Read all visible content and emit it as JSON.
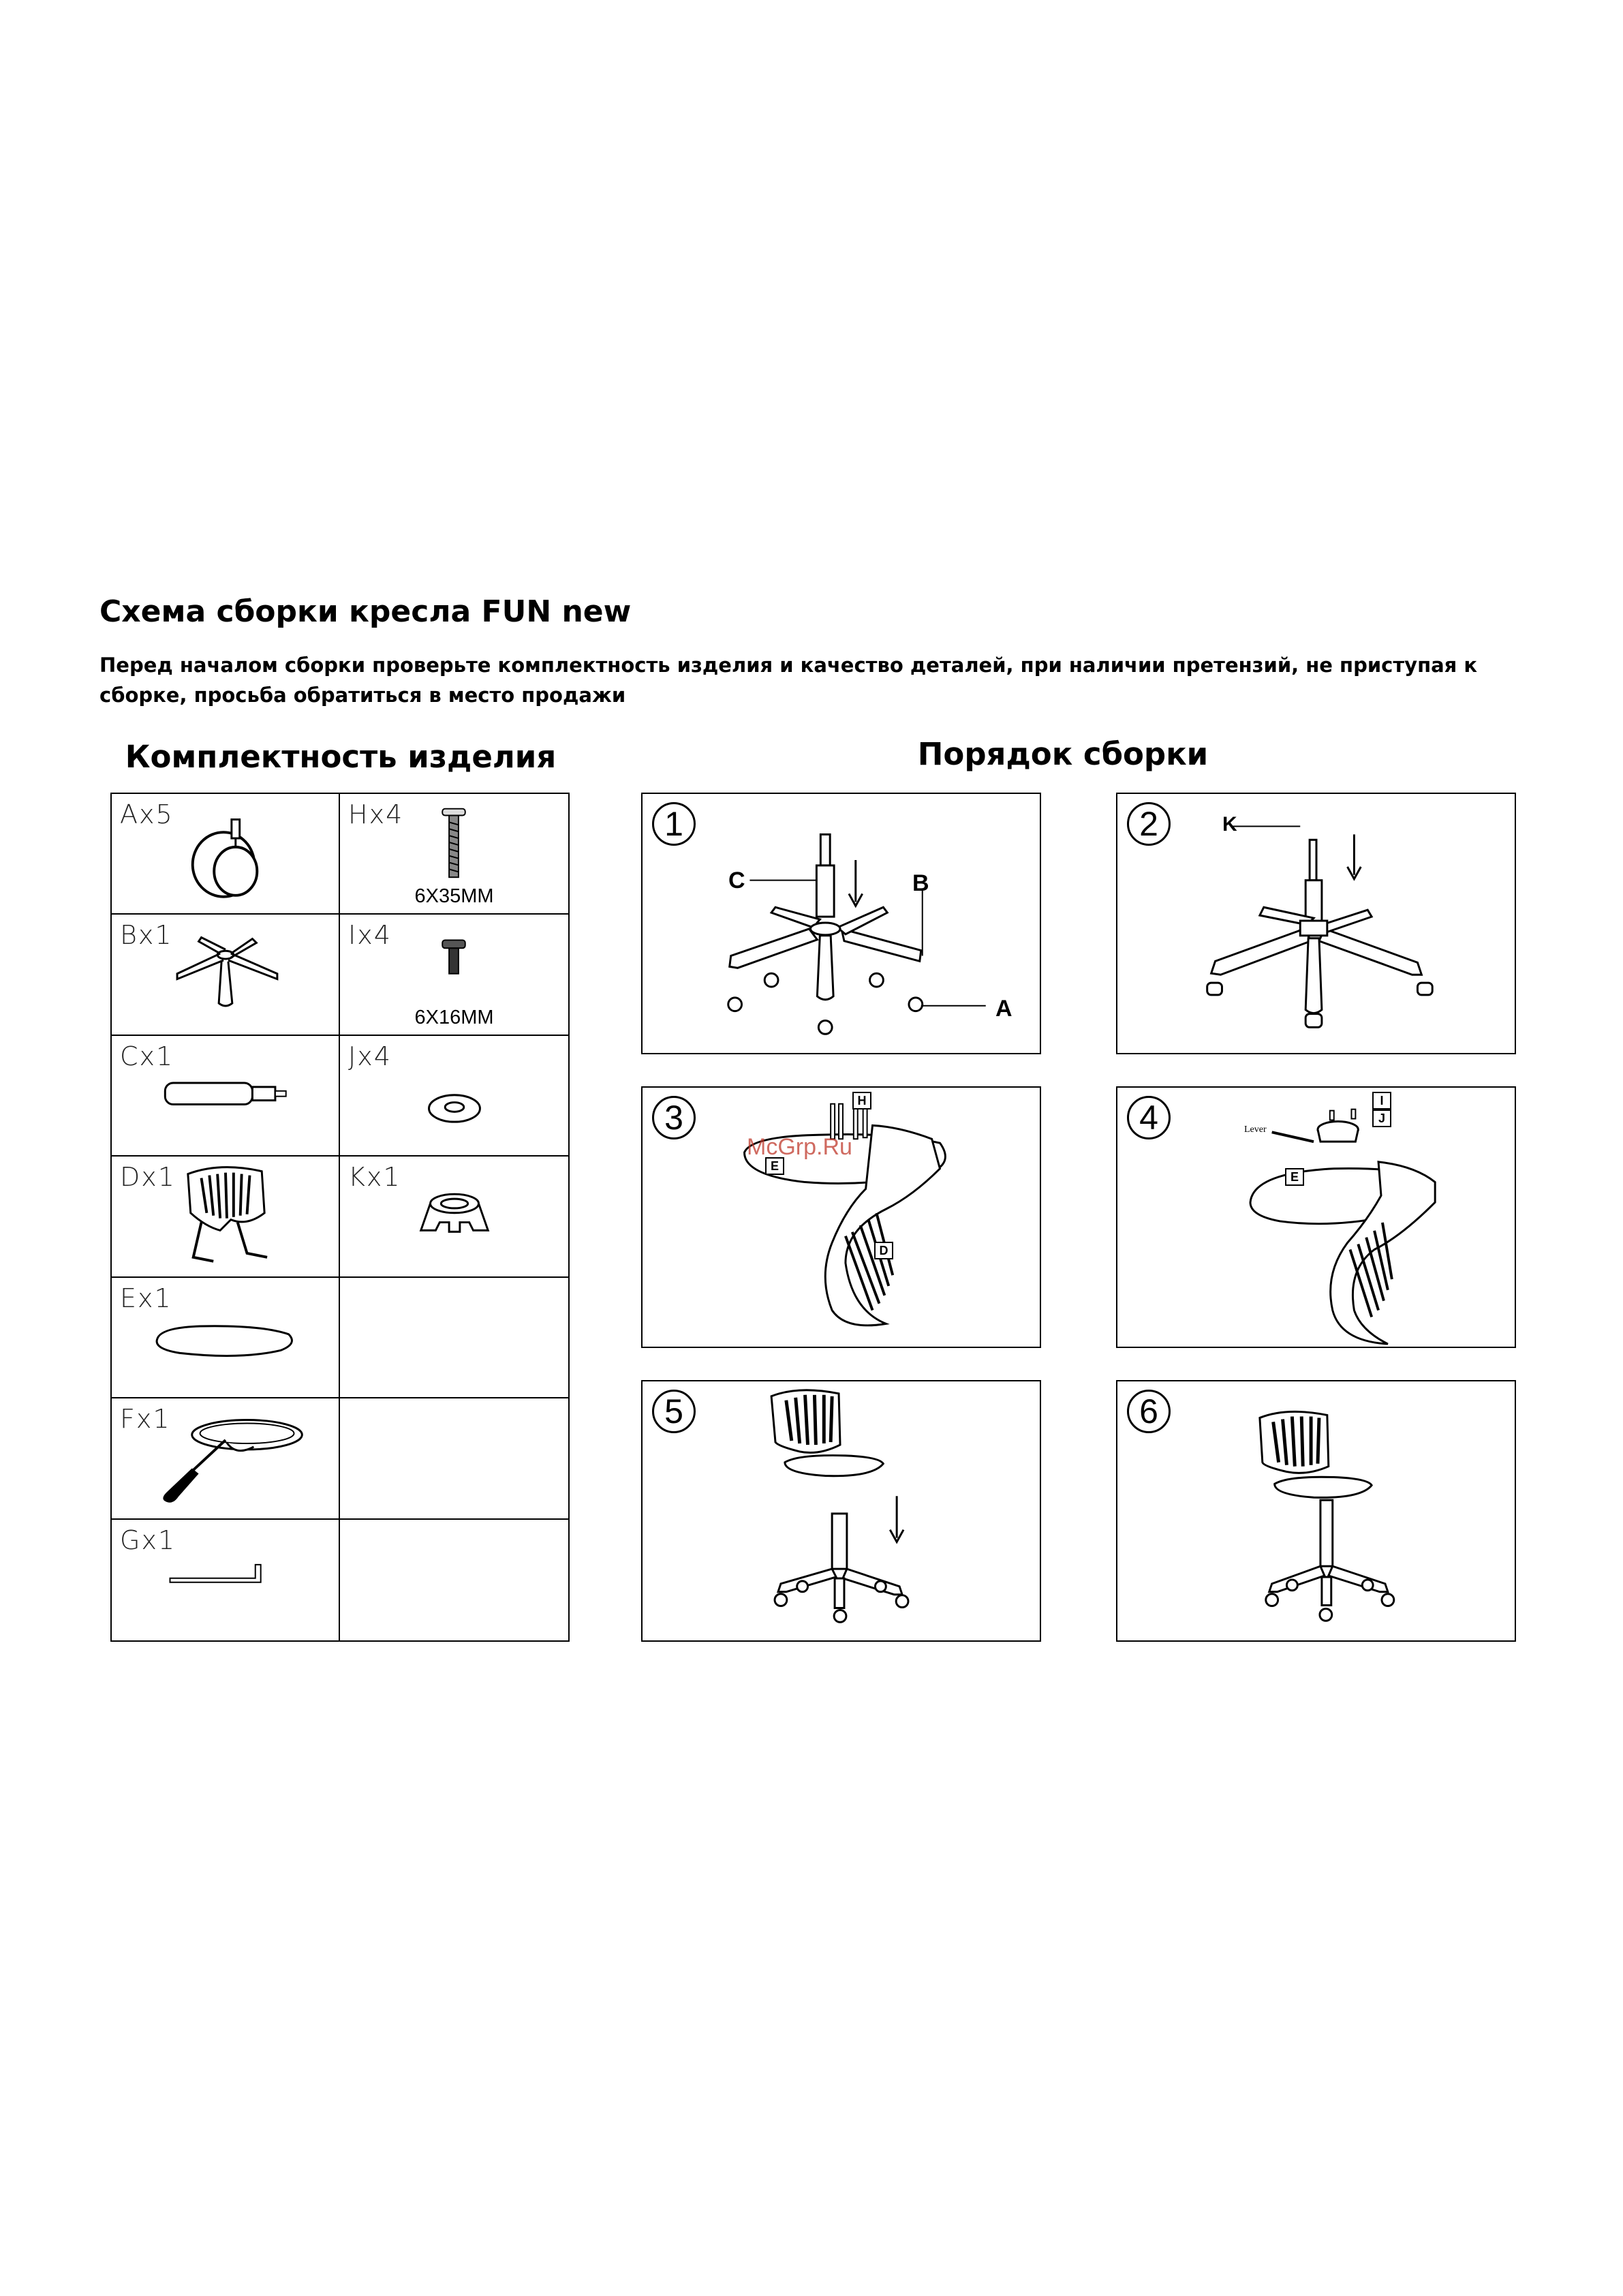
{
  "document": {
    "title": "Схема сборки кресла FUN new",
    "intro": "Перед началом сборки проверьте комплектность изделия и качество деталей, при наличии претензий, не приступая к сборке, просьба обратиться в место продажи"
  },
  "parts_section": {
    "heading": "Комплектность изделия",
    "parts": [
      {
        "label": "Ax5",
        "size": "",
        "icon": "caster-wheel-icon"
      },
      {
        "label": "Hx4",
        "size": "6X35MM",
        "icon": "long-bolt-icon"
      },
      {
        "label": "Bx1",
        "size": "",
        "icon": "star-base-icon"
      },
      {
        "label": "Ix4",
        "size": "6X16MM",
        "icon": "short-bolt-icon"
      },
      {
        "label": "Cx1",
        "size": "",
        "icon": "gas-lift-icon"
      },
      {
        "label": "Jx4",
        "size": "",
        "icon": "washer-icon"
      },
      {
        "label": "Dx1",
        "size": "",
        "icon": "backrest-icon"
      },
      {
        "label": "Kx1",
        "size": "",
        "icon": "cylinder-cover-icon"
      },
      {
        "label": "Ex1",
        "size": "",
        "icon": "seat-icon"
      },
      {
        "label": "Fx1",
        "size": "",
        "icon": "mechanism-icon"
      },
      {
        "label": "Gx1",
        "size": "",
        "icon": "allen-key-icon"
      }
    ]
  },
  "steps_section": {
    "heading": "Порядок сборки",
    "steps": [
      {
        "number": "1",
        "callouts": [
          "C",
          "B",
          "A"
        ]
      },
      {
        "number": "2",
        "callouts": [
          "K"
        ]
      },
      {
        "number": "3",
        "callouts": [
          "H",
          "E",
          "D"
        ]
      },
      {
        "number": "4",
        "callouts": [
          "I",
          "J",
          "E"
        ],
        "lever_label": "Lever"
      },
      {
        "number": "5",
        "callouts": []
      },
      {
        "number": "6",
        "callouts": []
      }
    ]
  },
  "watermark": "McGrp.Ru"
}
